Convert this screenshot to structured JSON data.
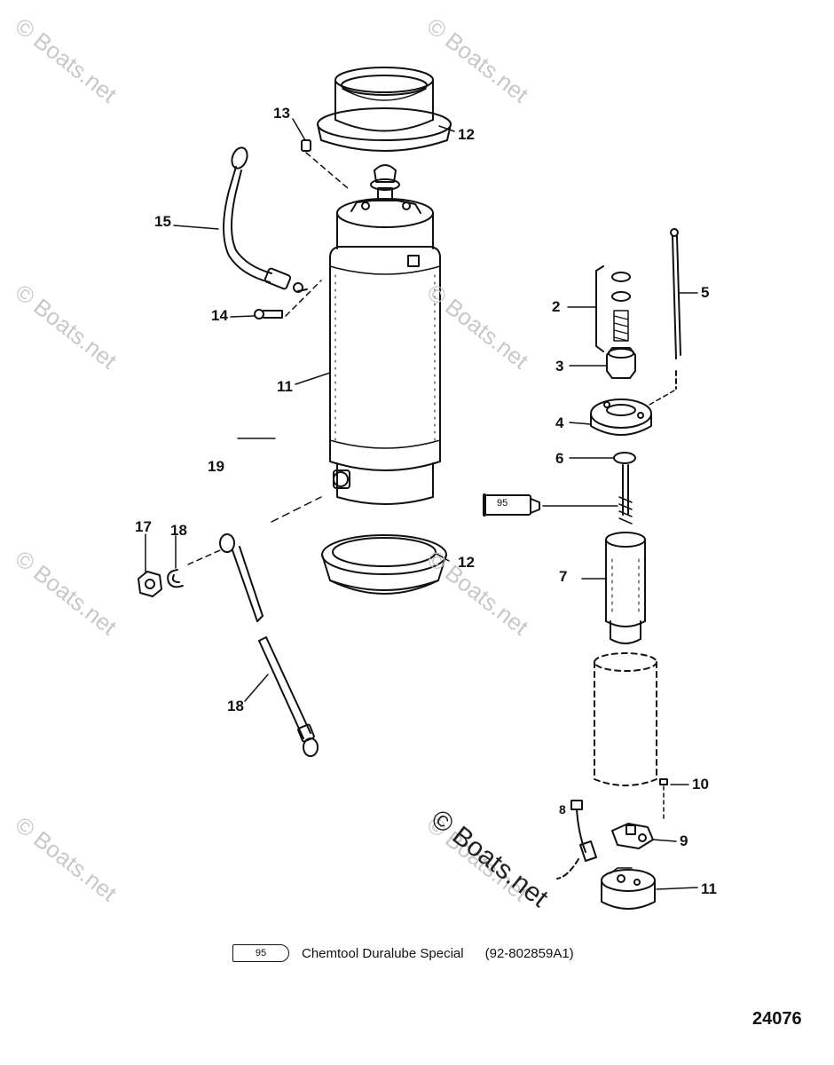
{
  "watermarks": [
    "© Boats.net",
    "© Boats.net",
    "© Boats.net",
    "© Boats.net",
    "© Boats.net",
    "© Boats.net",
    "© Boats.net",
    "© Boats.net"
  ],
  "watermark_main": "© Boats.net",
  "callouts": {
    "c2": "2",
    "c3": "3",
    "c4": "4",
    "c5": "5",
    "c6": "6",
    "c7": "7",
    "c8": "8",
    "c9": "9",
    "c10": "10",
    "c11a": "11",
    "c11b": "11",
    "c12a": "12",
    "c12b": "12",
    "c13": "13",
    "c14": "14",
    "c15": "15",
    "c17": "17",
    "c18a": "18",
    "c18b": "18",
    "c19": "19"
  },
  "tube_label": "95",
  "legend": {
    "tube_label": "95",
    "description": "Chemtool Duralube Special",
    "part_number": "(92-802859A1)"
  },
  "diagram_id": "24076"
}
